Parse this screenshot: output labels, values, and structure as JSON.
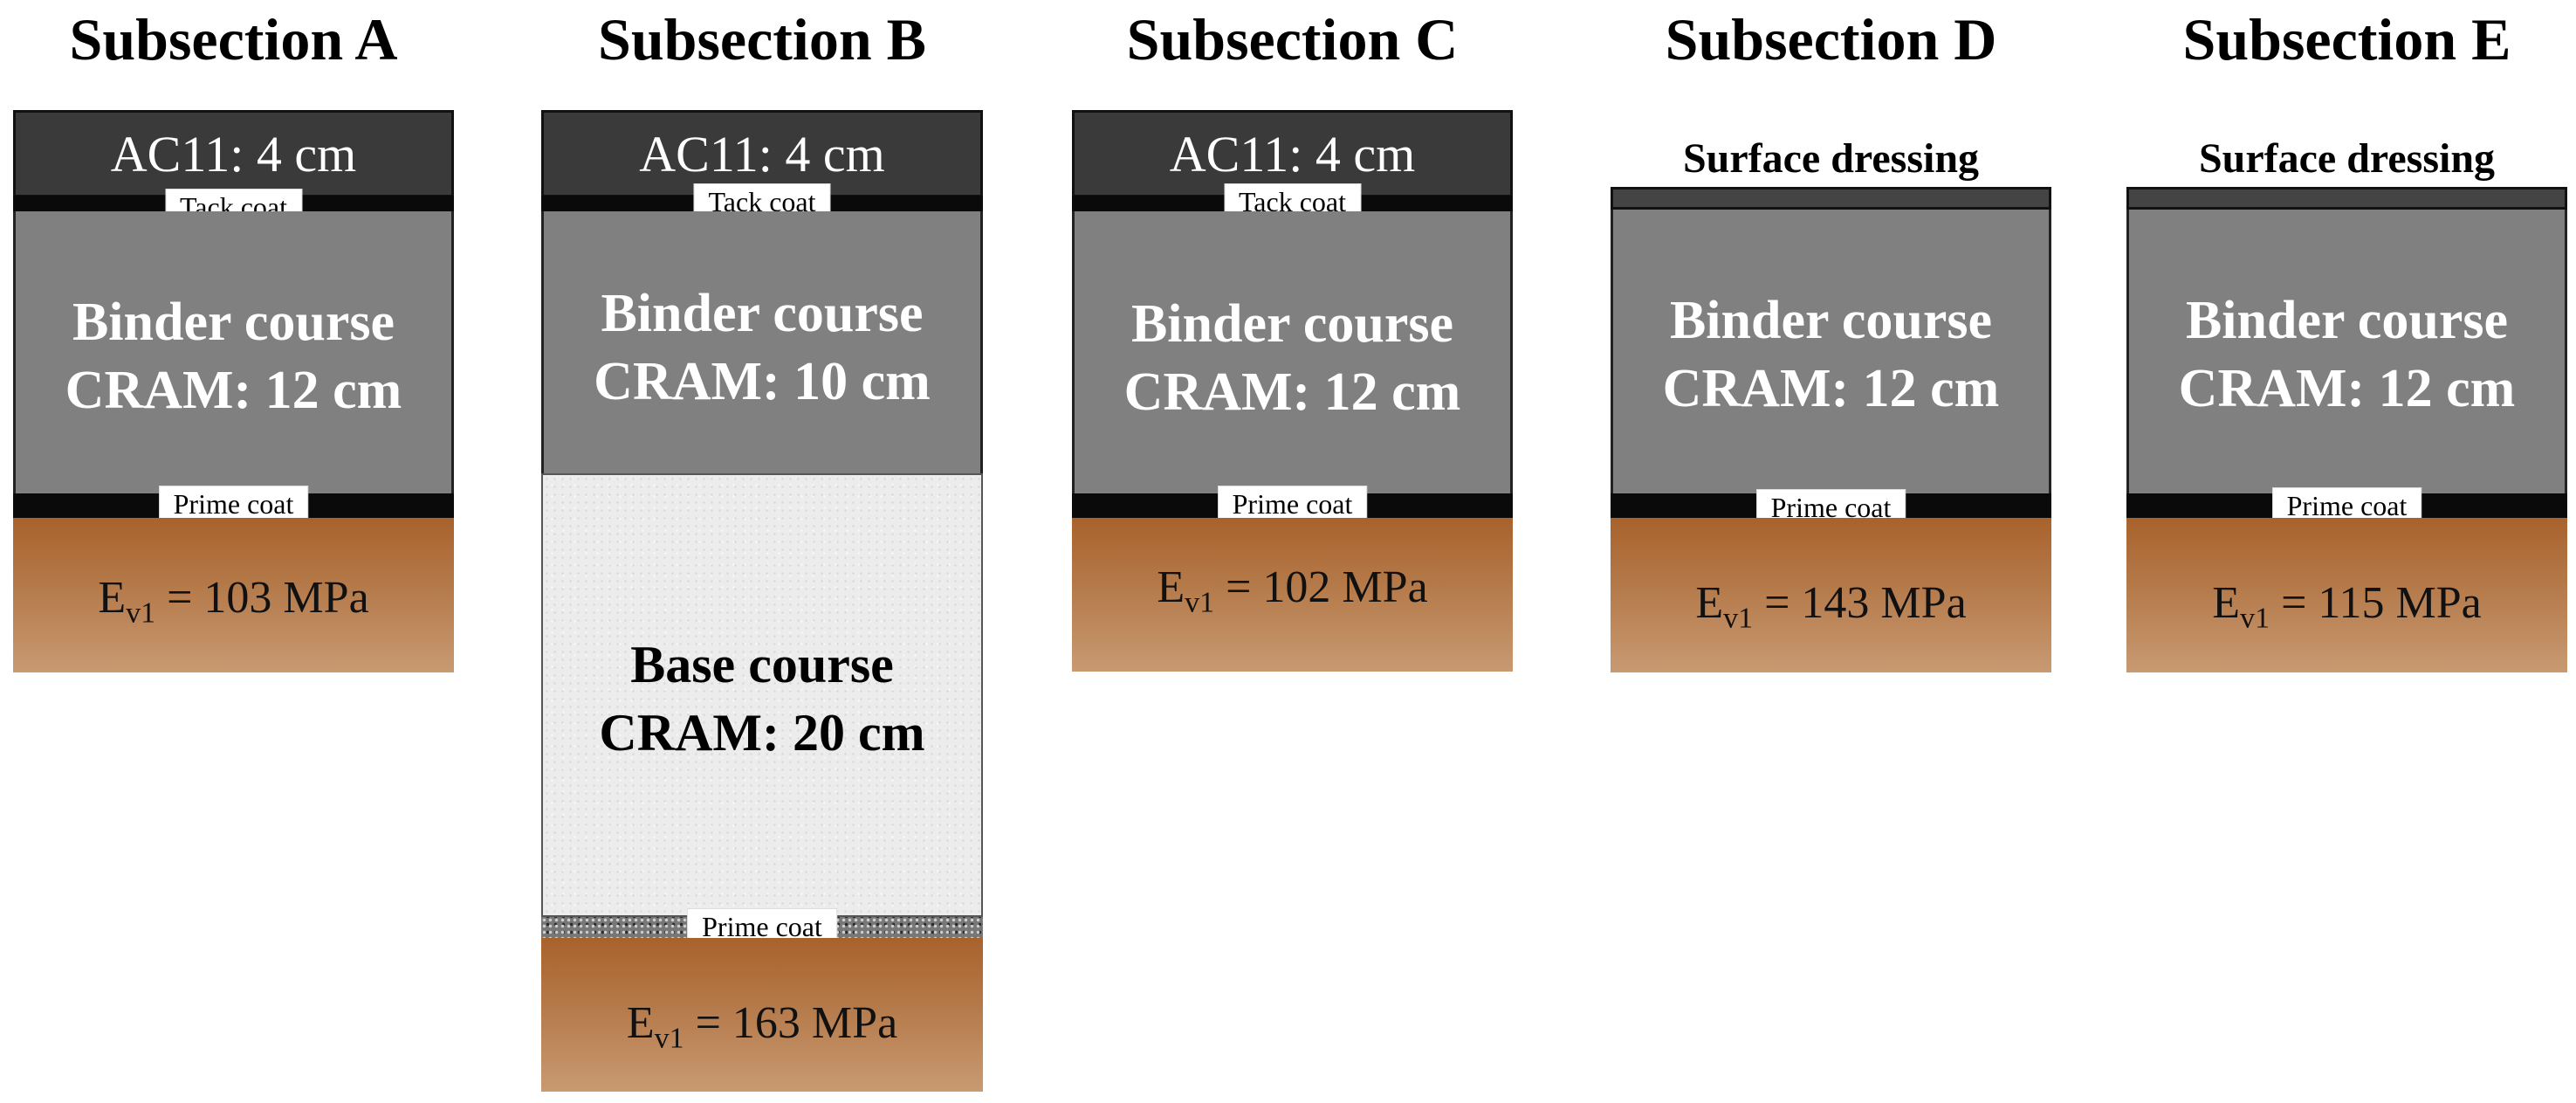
{
  "sections": [
    {
      "title": "Subsection A",
      "top_text": "AC11: 4 cm",
      "tack_label": "Tack coat",
      "binder_lines": [
        "Binder course",
        "CRAM: 12 cm"
      ],
      "prime_label": "Prime coat",
      "ev": {
        "symbol": "E",
        "sub": "v1",
        "value": " = 103 MPa"
      }
    },
    {
      "title": "Subsection B",
      "top_text": "AC11: 4 cm",
      "tack_label": "Tack coat",
      "binder_lines": [
        "Binder course",
        "CRAM: 10 cm"
      ],
      "base_lines": [
        "Base course",
        "CRAM: 20 cm"
      ],
      "prime_label": "Prime coat",
      "ev": {
        "symbol": "E",
        "sub": "v1",
        "value": " = 163 MPa"
      }
    },
    {
      "title": "Subsection C",
      "top_text": "AC11: 4 cm",
      "tack_label": "Tack coat",
      "binder_lines": [
        "Binder course",
        "CRAM: 12 cm"
      ],
      "prime_label": "Prime coat",
      "ev": {
        "symbol": "E",
        "sub": "v1",
        "value": " = 102 MPa"
      }
    },
    {
      "title": "Subsection D",
      "top_text": "Surface dressing",
      "binder_lines": [
        "Binder course",
        "CRAM: 12 cm"
      ],
      "prime_label": "Prime coat",
      "ev": {
        "symbol": "E",
        "sub": "v1",
        "value": " = 143 MPa"
      }
    },
    {
      "title": "Subsection E",
      "top_text": "Surface dressing",
      "binder_lines": [
        "Binder course",
        "CRAM: 12 cm"
      ],
      "prime_label": "Prime coat",
      "ev": {
        "symbol": "E",
        "sub": "v1",
        "value": " = 115 MPa"
      }
    }
  ],
  "colors": {
    "asphalt": "#3a3a3a",
    "binder": "#808080",
    "coat": "#0a0a0a",
    "subgrade_top": "#a8622c",
    "subgrade_bottom": "#c89a72",
    "base": "#ececec"
  }
}
